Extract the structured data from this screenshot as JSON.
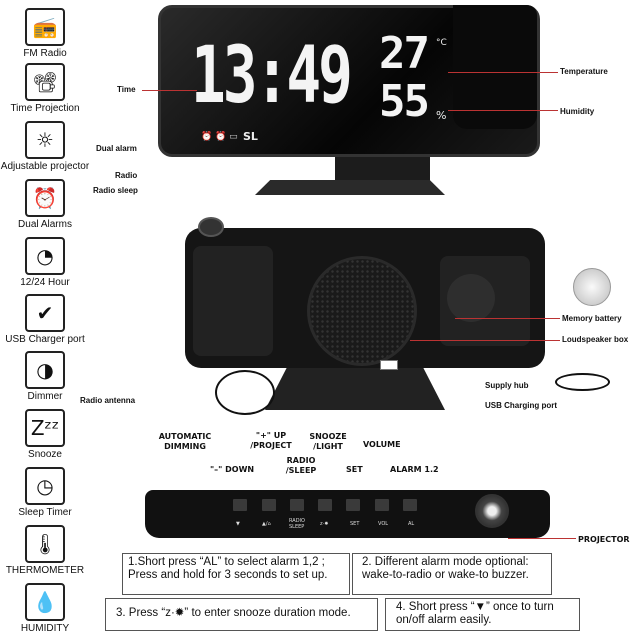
{
  "features": [
    {
      "label": "FM Radio",
      "icon": "radio-icon",
      "glyph": "📻"
    },
    {
      "label": "Time Projection",
      "icon": "projector-icon",
      "glyph": "📽"
    },
    {
      "label": "Adjustable projector",
      "icon": "light-beam-icon",
      "glyph": "☼"
    },
    {
      "label": "Dual Alarms",
      "icon": "alarm-clock-icon",
      "glyph": "⏰"
    },
    {
      "label": "12/24 Hour",
      "icon": "clock-rotate-icon",
      "glyph": "◔"
    },
    {
      "label": "USB Charger port",
      "icon": "usb-check-icon",
      "glyph": "✔"
    },
    {
      "label": "Dimmer",
      "icon": "brightness-icon",
      "glyph": "◑"
    },
    {
      "label": "Snooze",
      "icon": "snooze-icon",
      "glyph": "Zᶻᶻ"
    },
    {
      "label": "Sleep Timer",
      "icon": "timer-icon",
      "glyph": "◷"
    },
    {
      "label": "THERMOMETER",
      "icon": "thermometer-icon",
      "glyph": "🌡"
    },
    {
      "label": "HUMIDITY",
      "icon": "droplet-icon",
      "glyph": "💧"
    }
  ],
  "front": {
    "time": "13:49",
    "temperature": "27",
    "temp_unit": "°C",
    "humidity": "55",
    "humidity_unit": "%",
    "sleep_indicator": "SL",
    "callouts": {
      "time": "Time",
      "dual_alarm": "Dual alarm",
      "radio": "Radio",
      "radio_sleep": "Radio sleep",
      "temperature": "Temperature",
      "humidity": "Humidity"
    }
  },
  "back": {
    "callouts": {
      "antenna": "Radio antenna",
      "battery": "Memory battery",
      "speaker": "Loudspeaker box",
      "supply": "Supply hub",
      "usb": "USB Charging port"
    }
  },
  "buttons": {
    "auto_dimming": "AUTOMATIC DIMMING",
    "down": "\"–\" DOWN",
    "up": "\"+\" UP /PROJECT",
    "radio_sleep": "RADIO /SLEEP",
    "snooze": "SNOOZE /LIGHT",
    "set": "SET",
    "volume": "VOLUME",
    "alarm": "ALARM 1.2",
    "projector": "PROJECTOR",
    "keys": [
      "▼",
      "▲/⌂",
      "RADIO SLEEP",
      "z·✹",
      "SET",
      "VOL",
      "AL"
    ]
  },
  "notes": [
    "1.Short press “AL” to select alarm 1,2 ; Press and hold for 3 seconds to set up.",
    "2. Different alarm mode optional: wake-to-radio or wake-to buzzer.",
    "3. Press “z·✹” to enter snooze duration mode.",
    "4. Short press “▼” once to turn on/off alarm easily."
  ]
}
